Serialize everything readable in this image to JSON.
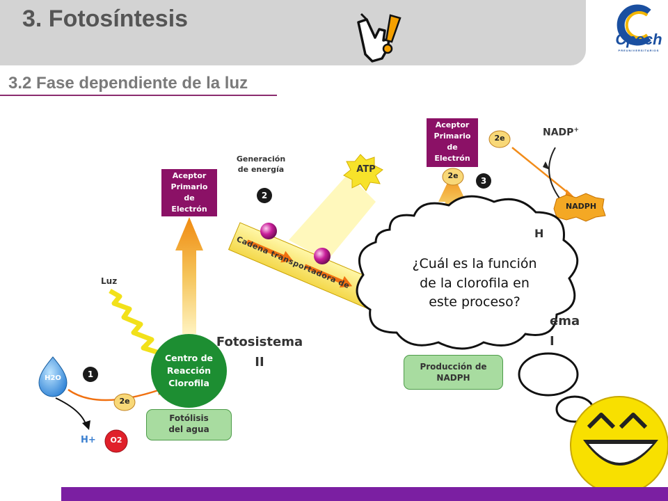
{
  "header": {
    "title": "3. Fotosíntesis"
  },
  "section": {
    "subtitle": "3.2 Fase dependiente de la luz"
  },
  "logo": {
    "brand": "Cpech",
    "tagline": "PREUNIVERSITARIOS"
  },
  "diagram": {
    "water": "H2O",
    "hplus": "H+",
    "oxygen": "O2",
    "electron": "2e",
    "light": "Luz",
    "step_1": "1",
    "step_2": "2",
    "step_3": "3",
    "reaction_center": [
      "Centro de",
      "Reacción",
      "Clorofila"
    ],
    "photolysis": [
      "Fotólisis",
      "del agua"
    ],
    "photosystem_ii": [
      "Fotosistema",
      "II"
    ],
    "acceptor_ii": [
      "Aceptor",
      "Primario",
      "de",
      "Electrón"
    ],
    "energy_generation": [
      "Generación",
      "de energía"
    ],
    "atp": "ATP",
    "transport_chain": "Cadena transportadora de",
    "acceptor_i": [
      "Aceptor",
      "Primario",
      "de",
      "Electrón"
    ],
    "nadp": "NADP",
    "nadp_sup": "+",
    "nadph": "NADPH",
    "nadph_production": [
      "Producción de",
      "NADPH"
    ],
    "photosystem_i_partial": [
      "ema",
      "I"
    ],
    "partial_label": "H"
  },
  "thought_bubble": {
    "question": [
      "¿Cuál es la función",
      "de la clorofila en",
      "este proceso?"
    ]
  },
  "colors": {
    "accent_purple": "#7b1fa2",
    "acceptor_magenta": "#8b1166",
    "reaction_green": "#1d8e32",
    "header_gray": "#d3d3d3"
  }
}
